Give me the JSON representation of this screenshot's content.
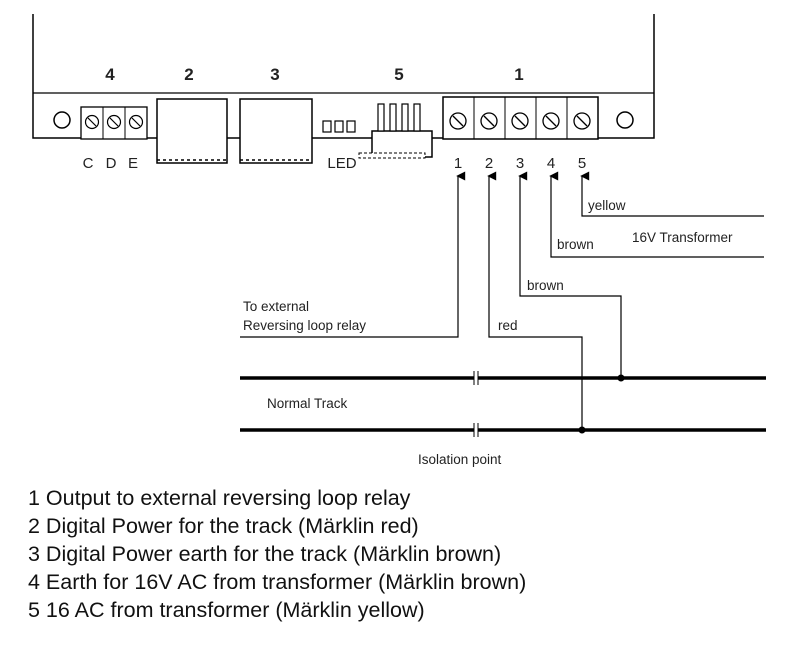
{
  "device": {
    "connector_groups": [
      "4",
      "2",
      "3",
      "5",
      "1"
    ],
    "left_terminal_letters": [
      "C",
      "D",
      "E"
    ],
    "led_label": "LED",
    "terminal_numbers": [
      "1",
      "2",
      "3",
      "4",
      "5"
    ]
  },
  "wires": {
    "yellow": "yellow",
    "brown_transformer": "brown",
    "transformer": "16V Transformer",
    "brown_track": "brown",
    "red": "red",
    "relay_line1": "To external",
    "relay_line2": "Reversing loop relay"
  },
  "track": {
    "label": "Normal Track",
    "isolation": "Isolation point"
  },
  "legend": [
    "1 Output to external reversing loop relay",
    "2 Digital Power for the track (Märklin red)",
    "3 Digital Power earth for the track (Märklin brown)",
    "4 Earth for 16V AC from transformer (Märklin brown)",
    "5 16 AC from transformer (Märklin yellow)"
  ]
}
